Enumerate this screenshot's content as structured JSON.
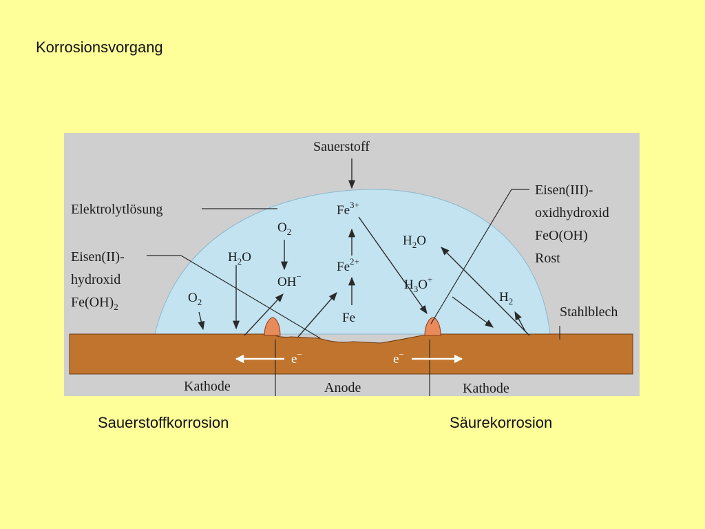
{
  "title": "Korrosionsvorgang",
  "captions": {
    "left": "Sauerstoffkorrosion",
    "right": "Säurekorrosion"
  },
  "diagram": {
    "colors": {
      "background": "#cfcfd0",
      "electrolyte": "#c3e3f1",
      "steel": "#c0742e",
      "rust_deposit": "#e88a5a"
    },
    "labels": {
      "sauerstoff": "Sauerstoff",
      "elektrolyt": "Elektrolytlösung",
      "eisen2_line1": "Eisen(II)-",
      "eisen2_line2": "hydroxid",
      "eisen2_formula": "Fe(OH)",
      "eisen2_formula_sub": "2",
      "eisen3_line1": "Eisen(III)-",
      "eisen3_line2": "oxidhydroxid",
      "eisen3_formula": "FeO(OH)",
      "eisen3_line4": "Rost",
      "stahlblech": "Stahlblech",
      "kathode_left": "Kathode",
      "anode": "Anode",
      "kathode_right": "Kathode"
    },
    "species": {
      "fe3": "Fe",
      "fe3_charge": "3+",
      "fe2": "Fe",
      "fe2_charge": "2+",
      "fe": "Fe",
      "o2_top": "O",
      "o2_top_sub": "2",
      "h2o_left": "H",
      "h2o_left_sub": "2",
      "h2o_left_rest": "O",
      "oh": "OH",
      "oh_charge": "−",
      "o2_left": "O",
      "o2_left_sub": "2",
      "h2o_right": "H",
      "h2o_right_sub": "2",
      "h2o_right_rest": "O",
      "h3o": "H",
      "h3o_sub": "3",
      "h3o_rest": "O",
      "h3o_charge": "+",
      "h2": "H",
      "h2_sub": "2",
      "electron_left": "e",
      "electron_left_charge": "−",
      "electron_right": "e",
      "electron_right_charge": "−"
    }
  }
}
